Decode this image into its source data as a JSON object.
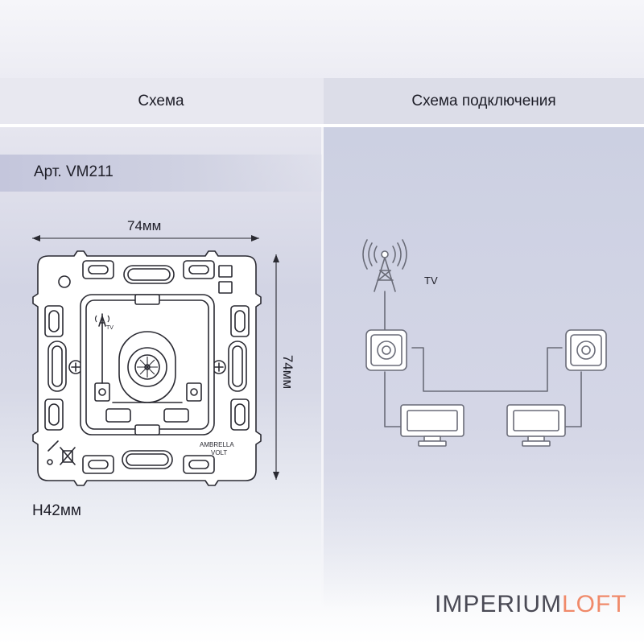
{
  "header": {
    "left_title": "Схема",
    "right_title": "Схема подключения"
  },
  "product": {
    "article": "Арт. VM211",
    "height": "H42мм"
  },
  "dimensions": {
    "width": "74мм",
    "height": "74мм"
  },
  "device": {
    "brand_line1": "AMBRELLA",
    "brand_line2": "VOLT",
    "icon_label": "TV"
  },
  "connection": {
    "tv_label": "TV"
  },
  "branding": {
    "part1": "IMPERIUM",
    "part2": "LOFT",
    "accent_color": "#f08a6a"
  }
}
